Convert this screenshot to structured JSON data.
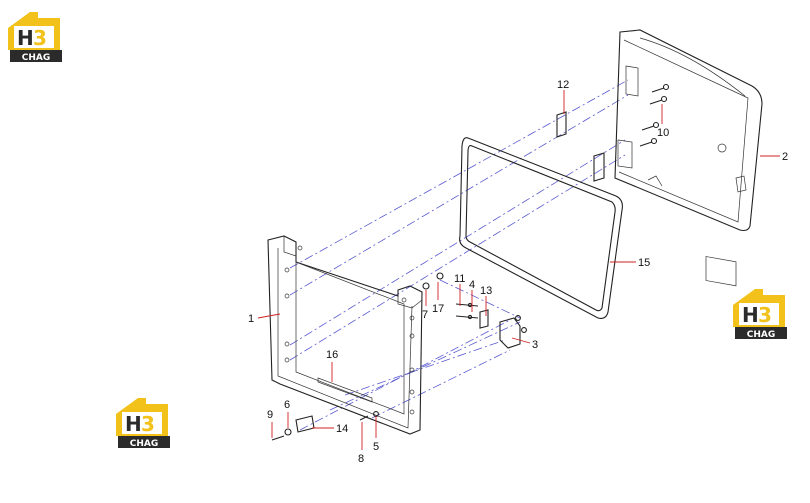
{
  "logos": [
    {
      "id": "logo-top-left",
      "top": "H",
      "accent": "3",
      "bottom": "CHAG"
    },
    {
      "id": "logo-right",
      "top": "H",
      "accent": "3",
      "bottom": "CHAG"
    },
    {
      "id": "logo-bottom-left",
      "top": "H",
      "accent": "3",
      "bottom": "CHAG"
    }
  ],
  "colors": {
    "logo_yellow": "#f2c21b",
    "logo_dark": "#2b2b2b",
    "leader": "#d02020",
    "centerline": "#5a5ad0"
  },
  "callouts": {
    "p1": "1",
    "p2": "2",
    "p3": "3",
    "p4": "4",
    "p5": "5",
    "p6": "6",
    "p7": "7",
    "p8": "8",
    "p9": "9",
    "p10": "10",
    "p11": "11",
    "p12": "12",
    "p13": "13",
    "p14": "14",
    "p15": "15",
    "p16": "16",
    "p17": "17"
  }
}
